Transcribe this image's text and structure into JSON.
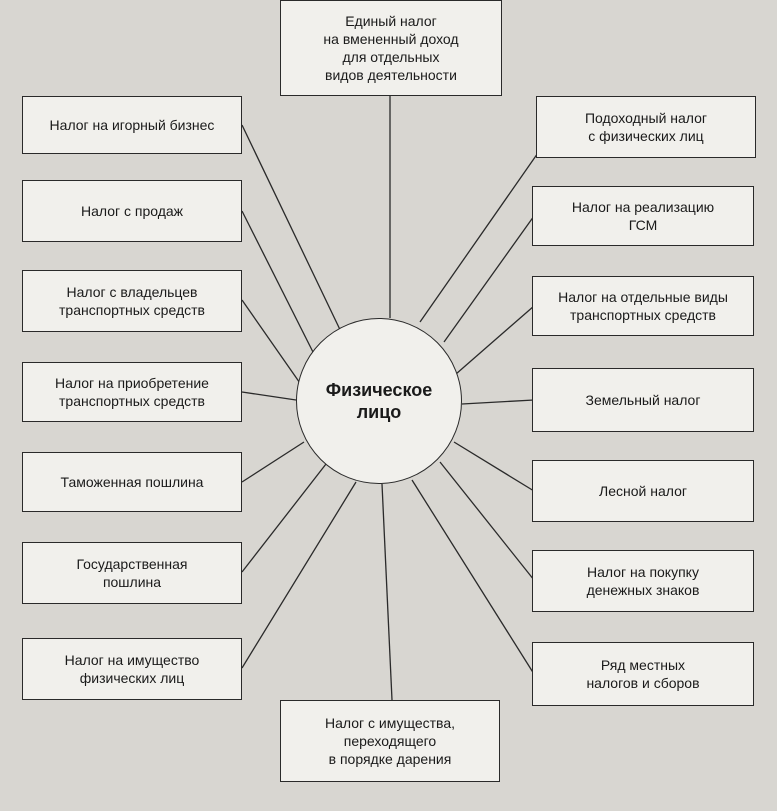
{
  "center": {
    "label": "Физическое\nлицо"
  },
  "taxes": {
    "top": "Единый налог\nна вмененный доход\nдля отдельных\nвидов деятельности",
    "gambling": "Налог на игорный бизнес",
    "sales": "Налог с продаж",
    "vehicle_owners": "Налог с владельцев\nтранспортных  средств",
    "vehicle_purchase": "Налог  на приобретение\nтранспортных средств",
    "customs": "Таможенная пошлина",
    "state_duty": "Государственная\nпошлина",
    "property": "Налог на имущество\nфизических  лиц",
    "gift": "Налог с имущества,\nпереходящего\nв порядке дарения",
    "income": "Подоходный налог\nс  физических лиц",
    "fuel": "Налог на реализацию\nГСМ",
    "vehicle_types": "Налог на отдельные виды\nтранспортных средств",
    "land": "Земельный налог",
    "forest": "Лесной налог",
    "currency": "Налог на покупку\nденежных знаков",
    "local": "Ряд местных\nналогов и сборов"
  }
}
